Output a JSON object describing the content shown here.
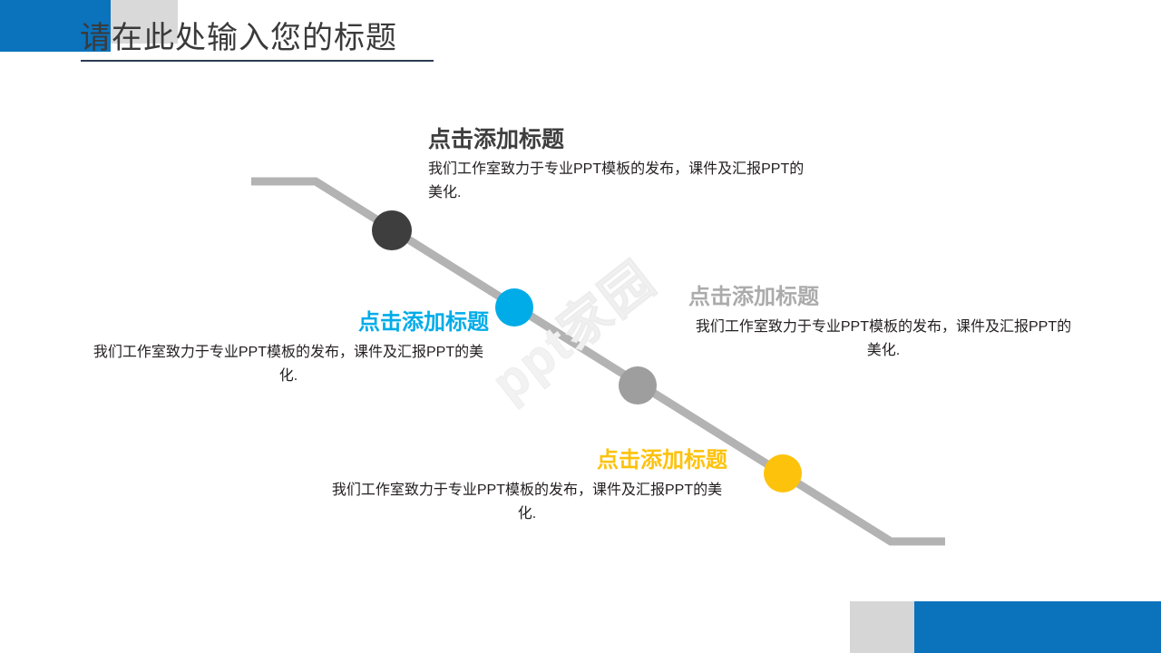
{
  "slide": {
    "title": "请在此处输入您的标题",
    "watermark": "ppt家园",
    "body_text": "我们工作室致力于专业PPT模板的发布，课件及汇报PPT的美化."
  },
  "colors": {
    "brand_blue": "#0B72BC",
    "accent_cyan": "#00ACE8",
    "accent_yellow": "#FDC20C",
    "accent_gray": "#9E9E9E",
    "accent_dark": "#3E3E3E",
    "block_gray": "#D9D9D9",
    "rule": "#2B3B52",
    "connector": "#B3B3B3"
  },
  "items": [
    {
      "id": "item-dark",
      "title": "点击添加标题",
      "body": "我们工作室致力于专业PPT模板的发布，课件及汇报PPT的美化.",
      "node_color": "#3E3E3E"
    },
    {
      "id": "item-cyan",
      "title": "点击添加标题",
      "body": "我们工作室致力于专业PPT模板的发布，课件及汇报PPT的美化.",
      "node_color": "#00ACE8"
    },
    {
      "id": "item-gray",
      "title": "点击添加标题",
      "body": "我们工作室致力于专业PPT模板的发布，课件及汇报PPT的美化.",
      "node_color": "#9E9E9E"
    },
    {
      "id": "item-yellow",
      "title": "点击添加标题",
      "body": "我们工作室致力于专业PPT模板的发布，课件及汇报PPT的美化.",
      "node_color": "#FDC20C"
    }
  ]
}
